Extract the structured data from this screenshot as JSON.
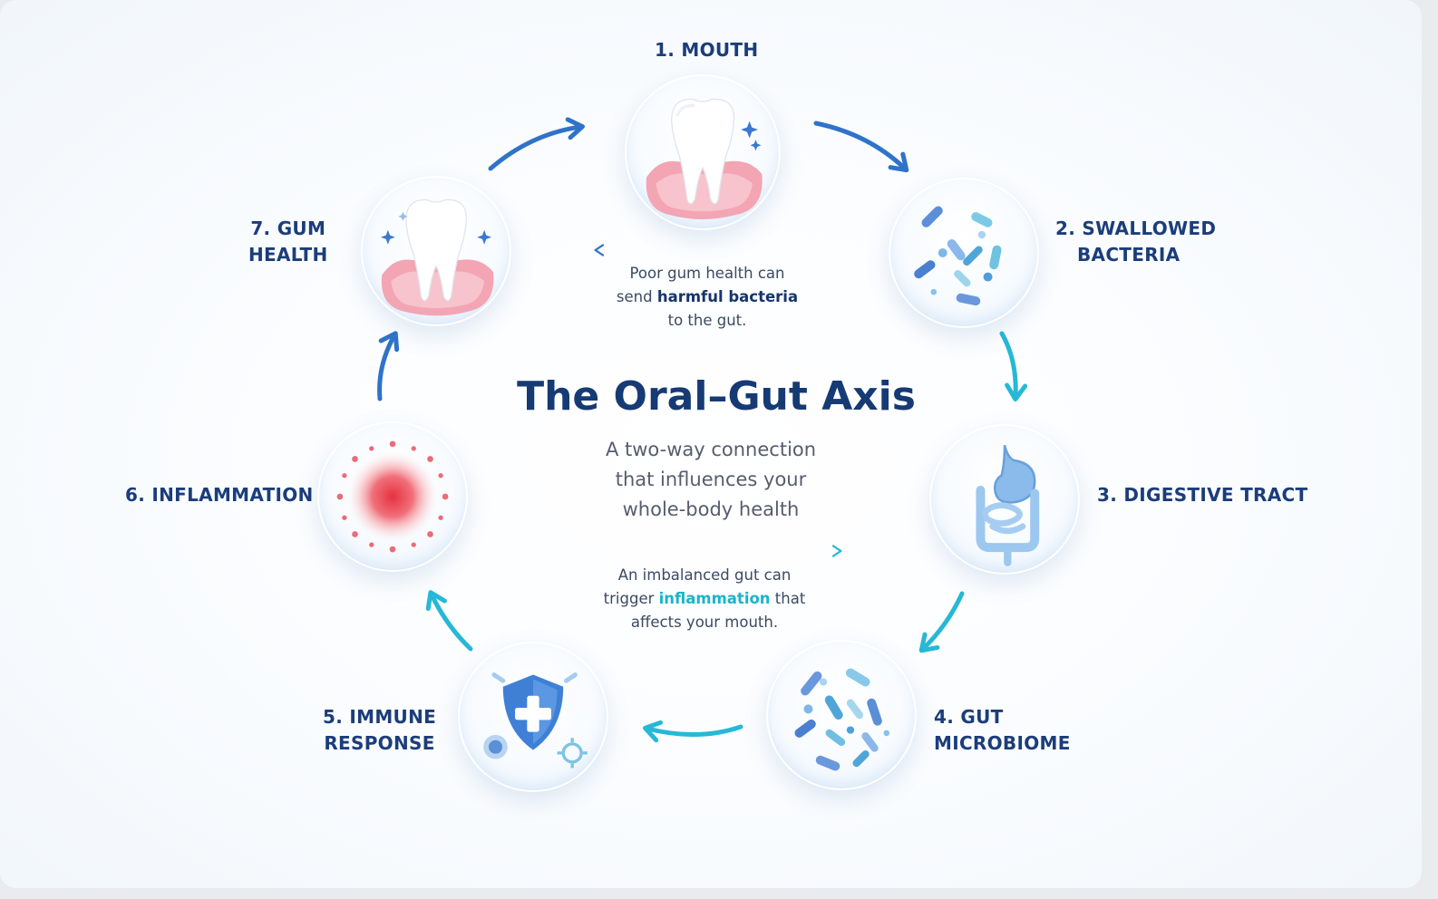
{
  "title": "The Oral–Gut Axis",
  "subtitle": [
    "A two-way connection",
    "that influences your",
    "whole-body health"
  ],
  "steps": [
    {
      "label_lines": [
        "1. MOUTH"
      ],
      "icon": "tooth-gum-icon"
    },
    {
      "label_lines": [
        "2. SWALLOWED",
        "BACTERIA"
      ],
      "icon": "bacteria-icon"
    },
    {
      "label_lines": [
        "3. DIGESTIVE TRACT"
      ],
      "icon": "stomach-intestine-icon"
    },
    {
      "label_lines": [
        "4. GUT",
        "MICROBIOME"
      ],
      "icon": "microbiome-icon"
    },
    {
      "label_lines": [
        "5. IMMUNE",
        "RESPONSE"
      ],
      "icon": "shield-cross-icon"
    },
    {
      "label_lines": [
        "6. INFLAMMATION"
      ],
      "icon": "inflammation-icon"
    },
    {
      "label_lines": [
        "7. GUM",
        "HEALTH"
      ],
      "icon": "tooth-gum-icon"
    }
  ],
  "notes": {
    "top": {
      "line1": "Poor gum health can",
      "line2_pre": "send ",
      "line2_highlight": "harmful bacteria",
      "line3": "to the gut."
    },
    "bottom": {
      "line1": "An imbalanced gut can",
      "line2_pre": "trigger ",
      "line2_highlight": "inflammation",
      "line2_post": " that",
      "line3": "affects your mouth."
    }
  },
  "colors": {
    "navy_text": "#1b3d7a",
    "arrow_blue": "#2f73c9",
    "arrow_cyan": "#26b8d6",
    "highlight_cyan": "#1ab4cc",
    "inflammation_red": "#e5323f"
  }
}
